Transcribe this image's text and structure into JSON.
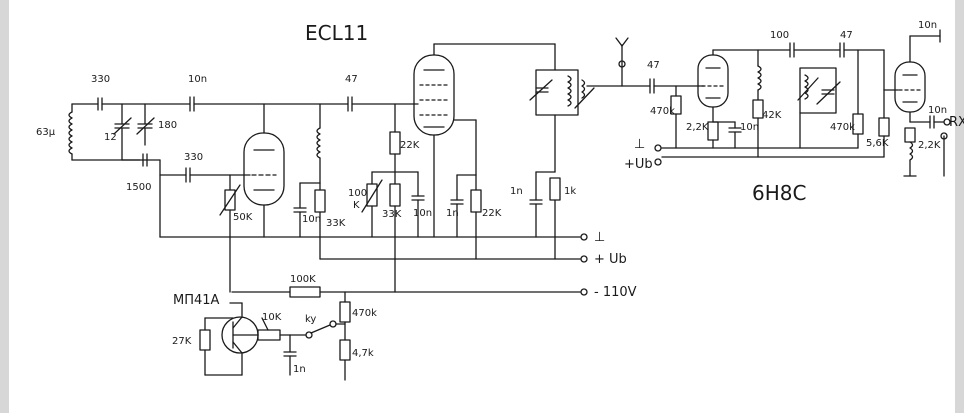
{
  "tubes": {
    "ecl11": "ECL11",
    "6h8c": "6H8C",
    "mp41a": "MП41A"
  },
  "components": {
    "c_330_top": "330",
    "ind_63mu": "63μ",
    "c_12": "12",
    "c_180": "180",
    "c_1500": "1500",
    "c_10n_top": "10n",
    "c_330_mid": "330",
    "r_50k": "50K",
    "c_47_ecl": "47",
    "r_22k_grid": "22K",
    "r_100k_pot": "100",
    "r_100k_pot_k": "K",
    "r_33k_right": "33K",
    "c_10n_cath": "10n",
    "c_10n_left": "10n",
    "r_33k_left": "33K",
    "c_1n_mid": "1n",
    "r_22k_mid": "22K",
    "c_1n_right": "1n",
    "r_1k": "1k",
    "c_47_out": "47",
    "r_470k_a": "470k",
    "r_22k_a": "2,2K",
    "c_10n_a": "10n",
    "r_42k": "42K",
    "c_100": "100",
    "c_47_b": "47",
    "r_470k_b": "470k",
    "r_56k": "5,6K",
    "c_10n_b": "10n",
    "c_10n_rx": "10n",
    "r_22k_rx": "2,2K",
    "r_100k_line": "100K",
    "r_470k_bias": "470k",
    "r_47k_bias": "4,7k",
    "r_27k": "27K",
    "r_10k": "10K",
    "c_1n_bottom": "1n"
  },
  "terminals": {
    "ground": "⊥",
    "ub": "+ Ub",
    "neg_110": "- 110V",
    "ground_right": "⊥",
    "ub_right": "+Ub",
    "rx": "RX",
    "key": "ky"
  }
}
